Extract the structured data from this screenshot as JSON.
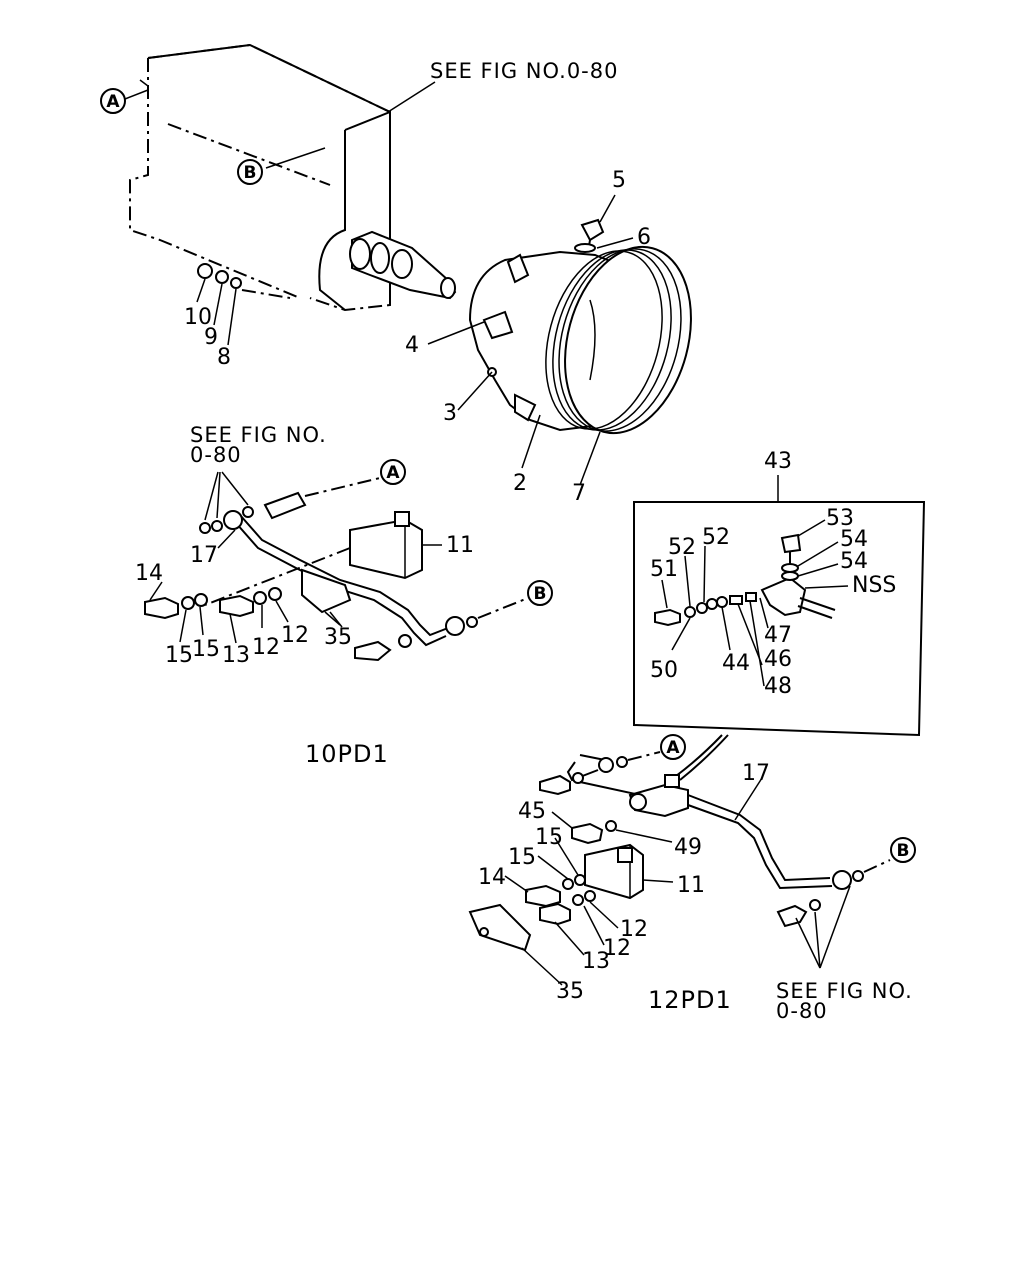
{
  "references": {
    "see_fig_top": "SEE FIG NO.0-80",
    "see_fig_left_1": "SEE FIG NO.",
    "see_fig_left_2": "0-80",
    "see_fig_right_1": "SEE FIG NO.",
    "see_fig_right_2": "0-80"
  },
  "circle_markers": {
    "a": "A",
    "b": "B"
  },
  "models": {
    "left": "10PD1",
    "right": "12PD1"
  },
  "parts": {
    "p2": "2",
    "p3": "3",
    "p4": "4",
    "p5": "5",
    "p6": "6",
    "p7": "7",
    "p8": "8",
    "p9": "9",
    "p10": "10",
    "p11": "11",
    "p12": "12",
    "p13": "13",
    "p14": "14",
    "p15": "15",
    "p17": "17",
    "p35": "35",
    "p43": "43",
    "p44": "44",
    "p45": "45",
    "p46": "46",
    "p47": "47",
    "p48": "48",
    "p49": "49",
    "p50": "50",
    "p51": "51",
    "p52": "52",
    "p53": "53",
    "p54": "54",
    "nss": "NSS"
  }
}
